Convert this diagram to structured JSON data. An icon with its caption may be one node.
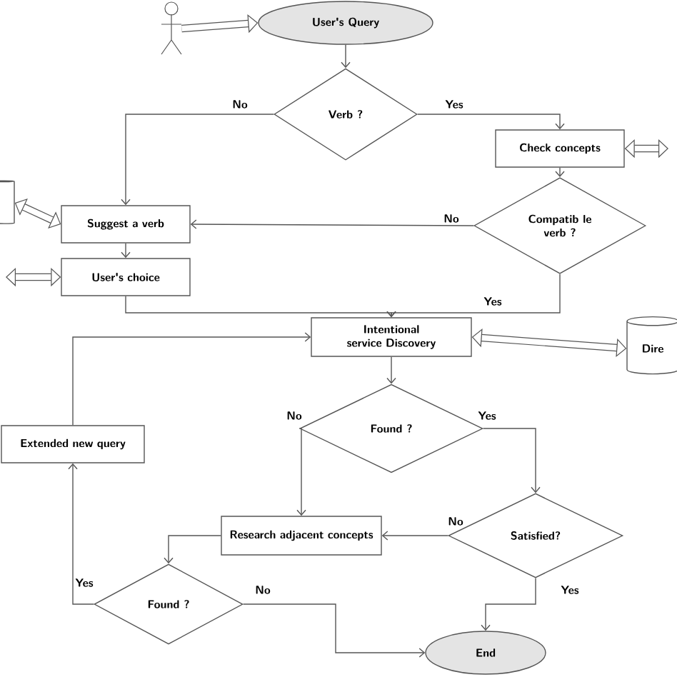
{
  "diagram": {
    "nodes": [
      {
        "text": [],
        "shape": "person"
      },
      {
        "text": [
          "User's Query"
        ]
      },
      {
        "text": [
          "Verb ?"
        ]
      },
      {
        "text": [
          "Check concepts"
        ]
      },
      {
        "text": [
          "Compatib le verb ?"
        ]
      },
      {
        "text": [],
        "shape": "cylinder"
      },
      {
        "text": [
          "Suggest a verb"
        ]
      },
      {
        "text": [
          "User's choice"
        ]
      },
      {
        "text": [
          "Intentional service Discovery"
        ]
      },
      {
        "text": [
          "Dire"
        ]
      },
      {
        "text": [
          "Extended new query"
        ]
      },
      {
        "text": [
          "Found ?"
        ]
      },
      {
        "text": [
          "Research adjacent concepts"
        ]
      },
      {
        "text": [
          "Satisfied?"
        ]
      },
      {
        "text": [
          "Found ?"
        ]
      },
      {
        "text": [
          "End"
        ]
      }
    ],
    "edges": [
      {
        "from": 0,
        "to": 1,
        "arrow": "to",
        "style": "thick"
      },
      {
        "from": 1,
        "to": 2,
        "arrow": "to"
      },
      {
        "from": 2,
        "to": 6,
        "arrow": "to",
        "label": "No"
      },
      {
        "from": 2,
        "to": 3,
        "arrow": "to",
        "label": "Yes"
      },
      {
        "from": 3,
        "to": null,
        "arrow": "both",
        "style": "thick"
      },
      {
        "from": 3,
        "to": 4,
        "arrow": "to"
      },
      {
        "from": 4,
        "to": 6,
        "arrow": "to",
        "label": "No"
      },
      {
        "from": 5,
        "to": 6,
        "arrow": "both",
        "style": "thick"
      },
      {
        "from": 6,
        "to": 7,
        "arrow": "to"
      },
      {
        "from": null,
        "to": 7,
        "arrow": "both",
        "style": "thick"
      },
      {
        "from": 7,
        "to": 8,
        "arrow": "to"
      },
      {
        "from": 4,
        "to": 8,
        "arrow": "to",
        "label": "Yes"
      },
      {
        "from": 8,
        "to": 9,
        "arrow": "both",
        "style": "thick"
      },
      {
        "from": 8,
        "to": 11,
        "arrow": "to"
      },
      {
        "from": 11,
        "to": 12,
        "arrow": "to",
        "label": "No"
      },
      {
        "from": 11,
        "to": 13,
        "arrow": "to",
        "label": "Yes"
      },
      {
        "from": 13,
        "to": 12,
        "arrow": "to",
        "label": "No"
      },
      {
        "from": 13,
        "to": 15,
        "arrow": "to",
        "label": "Yes"
      },
      {
        "from": 12,
        "to": 14,
        "arrow": "to"
      },
      {
        "from": 14,
        "to": 10,
        "arrow": "to",
        "label": "Yes"
      },
      {
        "from": 14,
        "to": 15,
        "arrow": "to",
        "label": "No"
      },
      {
        "from": 10,
        "to": 8,
        "arrow": "to"
      }
    ]
  }
}
